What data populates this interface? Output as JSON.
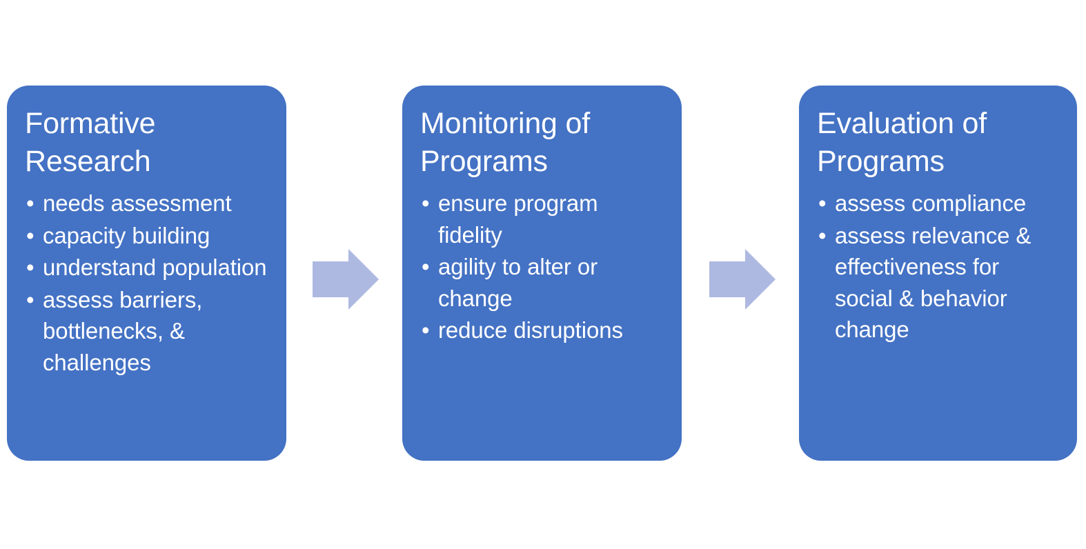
{
  "diagram": {
    "type": "process-flow",
    "orientation": "left-to-right",
    "colors": {
      "node_fill": "#4472C4",
      "node_text": "#FFFFFF",
      "arrow_fill": "#AEB9E1",
      "background": "#FFFFFF"
    },
    "bullet_glyph": "•",
    "nodes": [
      {
        "id": "formative-research",
        "title": "Formative\nResearch",
        "bullets": [
          "needs assessment",
          "capacity building",
          "understand population",
          "assess barriers, bottlenecks, & challenges"
        ]
      },
      {
        "id": "monitoring-of-programs",
        "title": "Monitoring of\nPrograms",
        "bullets": [
          "ensure program fidelity",
          "agility to alter or change",
          "reduce disruptions"
        ]
      },
      {
        "id": "evaluation-of-programs",
        "title": "Evaluation of\nPrograms",
        "bullets": [
          "assess compliance",
          "assess relevance & effectiveness for social & behavior change"
        ]
      }
    ],
    "connectors": [
      {
        "id": "arrow-1",
        "from": "formative-research",
        "to": "monitoring-of-programs",
        "shape": "block-arrow-right"
      },
      {
        "id": "arrow-2",
        "from": "monitoring-of-programs",
        "to": "evaluation-of-programs",
        "shape": "block-arrow-right"
      }
    ]
  }
}
